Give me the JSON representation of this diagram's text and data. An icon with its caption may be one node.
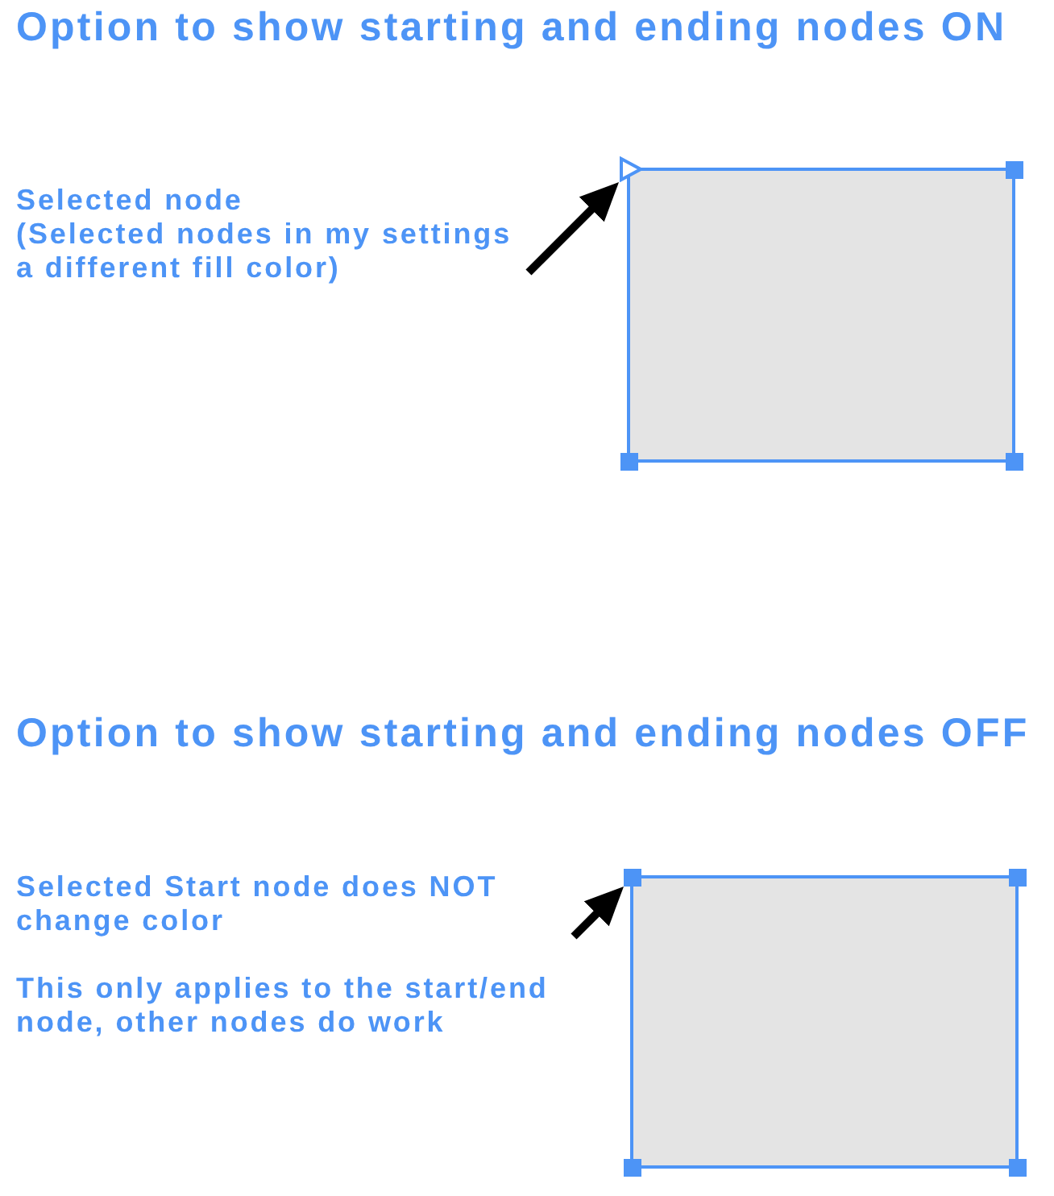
{
  "diagram": {
    "nodes": [
      {
        "text": [
          "Selected node",
          "(Selected nodes in my settings a different fill color)"
        ]
      },
      {
        "text": [],
        "shape": "box"
      },
      {
        "text": [],
        "shape": "triangle"
      },
      {
        "text": [
          "Selected Start node does NOT change color",
          "This only applies to the start/end node, other nodes do work"
        ]
      },
      {
        "text": [],
        "shape": "box"
      },
      {
        "text": [],
        "shape": "square"
      }
    ],
    "edges": [
      {
        "from": 0,
        "to": 2,
        "arrow": "to"
      },
      {
        "from": 3,
        "to": 5,
        "arrow": "to"
      }
    ],
    "labels": [
      "Option to show starting and ending nodes ON",
      "Option to show starting and ending nodes OFF"
    ]
  }
}
